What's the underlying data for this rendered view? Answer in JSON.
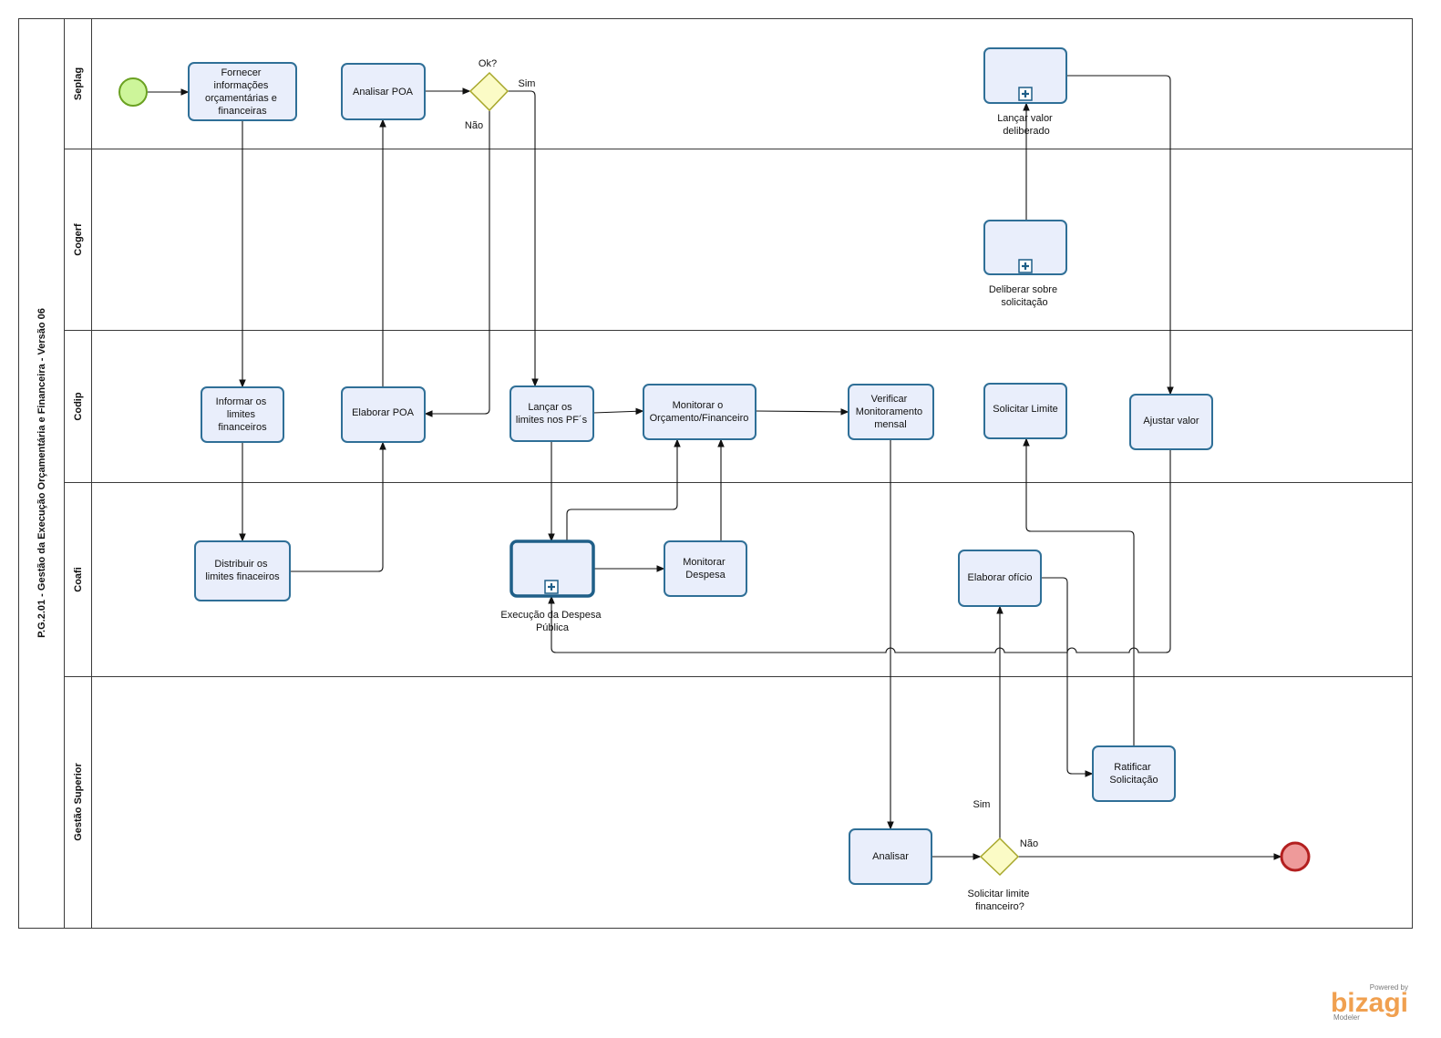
{
  "pool": {
    "title": "P.G.2.01 - Gestão da Execução Orçamentária e Financeira - Versão 06"
  },
  "lanes": {
    "seplag": "Seplag",
    "cogerf": "Cogerf",
    "codip": "Codip",
    "coafi": "Coafi",
    "gestao": "Gestão Superior"
  },
  "tasks": {
    "fornecer": [
      "Fornecer",
      "informações",
      "orçamentárias e",
      "financeiras"
    ],
    "analisar_poa": [
      "Analisar POA"
    ],
    "informar": [
      "Informar os",
      "limites",
      "financeiros"
    ],
    "elaborar_poa": [
      "Elaborar POA"
    ],
    "lancar_limites": [
      "Lançar os",
      "limites nos PF´s"
    ],
    "monitorar_orc": [
      "Monitorar o",
      "Orçamento/Financeiro"
    ],
    "verificar": [
      "Verificar",
      "Monitoramento",
      "mensal"
    ],
    "solicitar_limite": [
      "Solicitar Limite"
    ],
    "ajustar": [
      "Ajustar valor"
    ],
    "distribuir": [
      "Distribuir os",
      "limites finaceiros"
    ],
    "monitorar_desp": [
      "Monitorar",
      "Despesa"
    ],
    "elaborar_oficio": [
      "Elaborar ofício"
    ],
    "ratificar": [
      "Ratificar",
      "Solicitação"
    ],
    "analisar": [
      "Analisar"
    ]
  },
  "subprocesses": {
    "lancar_valor": [
      "Lançar valor",
      "deliberado"
    ],
    "deliberar": [
      "Deliberar  sobre",
      "solicitação"
    ],
    "execucao": [
      "Execução da Despesa",
      "Pública"
    ]
  },
  "gateways": {
    "ok": {
      "label": "Ok?",
      "yes": "Sim",
      "no": "Não"
    },
    "solicitar": {
      "label": [
        "Solicitar limite",
        "financeiro?"
      ],
      "yes": "Sim",
      "no": "Não"
    }
  },
  "logo": {
    "powered": "Powered by",
    "brand": "bizagi",
    "product": "Modeler"
  }
}
